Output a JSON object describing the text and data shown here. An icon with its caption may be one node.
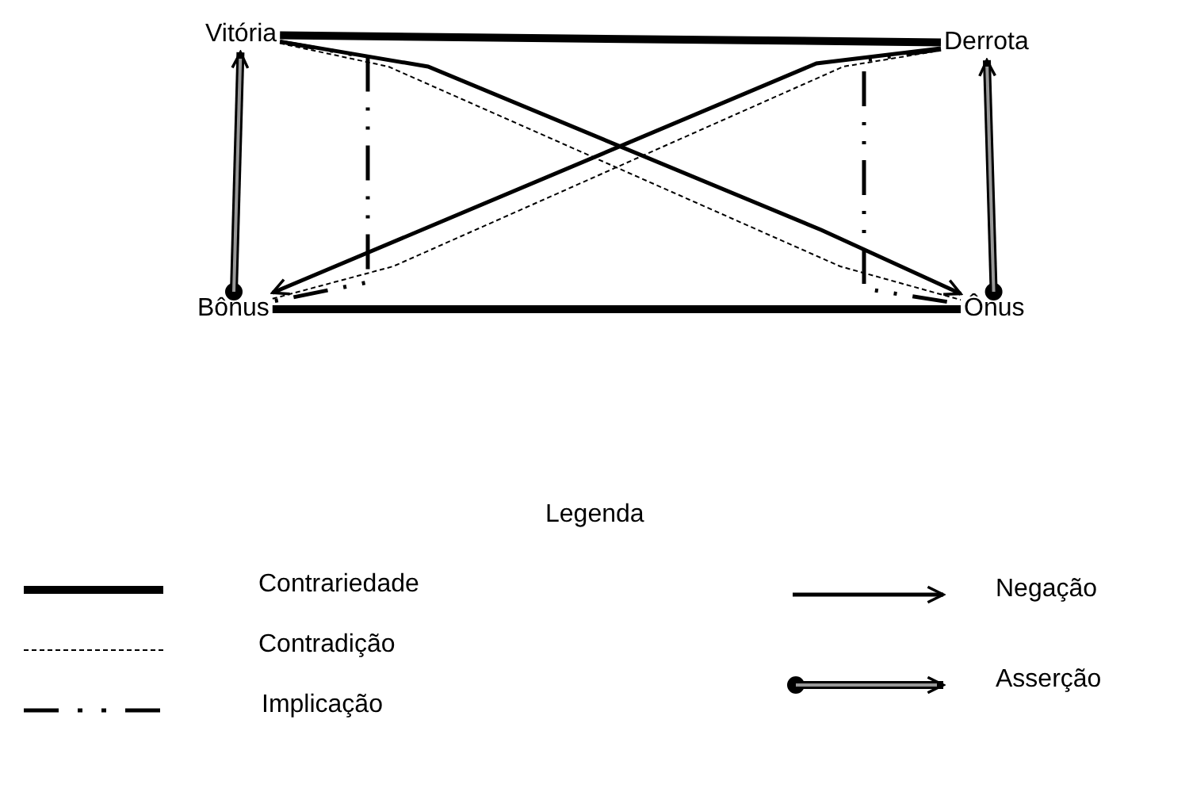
{
  "diagram": {
    "nodes": [
      {
        "text": [
          "Vitória"
        ]
      },
      {
        "text": [
          "Derrota"
        ]
      },
      {
        "text": [
          "Bônus"
        ]
      },
      {
        "text": [
          "Ônus"
        ]
      }
    ],
    "edges": [
      {
        "from": 0,
        "to": 1,
        "arrow": "none",
        "style": "thick"
      },
      {
        "from": 2,
        "to": 3,
        "arrow": "none",
        "style": "thick"
      },
      {
        "from": 0,
        "to": 3,
        "arrow": "none",
        "style": "dashed"
      },
      {
        "from": 2,
        "to": 1,
        "arrow": "none",
        "style": "dashed"
      },
      {
        "from": 0,
        "to": 3,
        "arrow": "to"
      },
      {
        "from": 1,
        "to": 2,
        "arrow": "to"
      },
      {
        "from": 0,
        "to": 2,
        "arrow": "none",
        "style": "dashed"
      },
      {
        "from": 1,
        "to": 3,
        "arrow": "none",
        "style": "dashed"
      },
      {
        "from": 2,
        "to": 0,
        "arrow": "to",
        "style": "thick"
      },
      {
        "from": 3,
        "to": 1,
        "arrow": "to",
        "style": "thick"
      }
    ],
    "labels": [
      "Legenda"
    ],
    "legend": [
      {
        "text": "Contrariedade"
      },
      {
        "text": "Contradição"
      },
      {
        "text": "Implicação"
      },
      {
        "text": "Negação"
      },
      {
        "text": "Asserção"
      }
    ]
  }
}
